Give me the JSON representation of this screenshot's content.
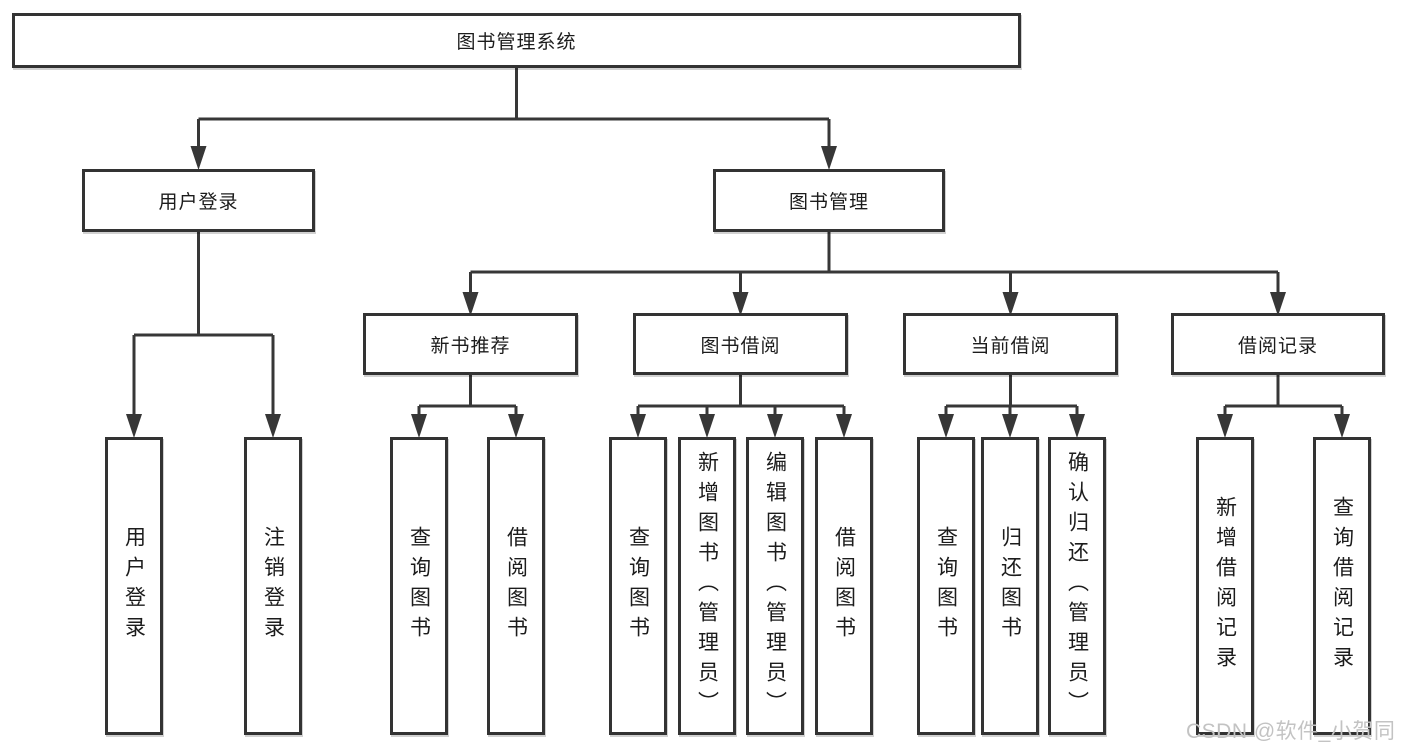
{
  "root": {
    "label": "图书管理系统"
  },
  "user_login": {
    "label": "用户登录",
    "leaves": [
      {
        "label": "用户登录"
      },
      {
        "label": "注销登录"
      }
    ]
  },
  "book_mgmt": {
    "label": "图书管理"
  },
  "groups": [
    {
      "label": "新书推荐",
      "leaves": [
        {
          "label": "查询图书"
        },
        {
          "label": "借阅图书"
        }
      ]
    },
    {
      "label": "图书借阅",
      "leaves": [
        {
          "label": "查询图书"
        },
        {
          "label": "新增图书（管理员）"
        },
        {
          "label": "编辑图书（管理员）"
        },
        {
          "label": "借阅图书"
        }
      ]
    },
    {
      "label": "当前借阅",
      "leaves": [
        {
          "label": "查询图书"
        },
        {
          "label": "归还图书"
        },
        {
          "label": "确认归还（管理员）"
        }
      ]
    },
    {
      "label": "借阅记录",
      "leaves": [
        {
          "label": "新增借阅记录"
        },
        {
          "label": "查询借阅记录"
        }
      ]
    }
  ],
  "watermark": {
    "text": "CSDN @软件_小贺同学"
  },
  "colors": {
    "line": "#373737",
    "border": "#333333",
    "text": "#1c1c1c",
    "watermark": "#c3c3c3",
    "bg": "#ffffff"
  }
}
